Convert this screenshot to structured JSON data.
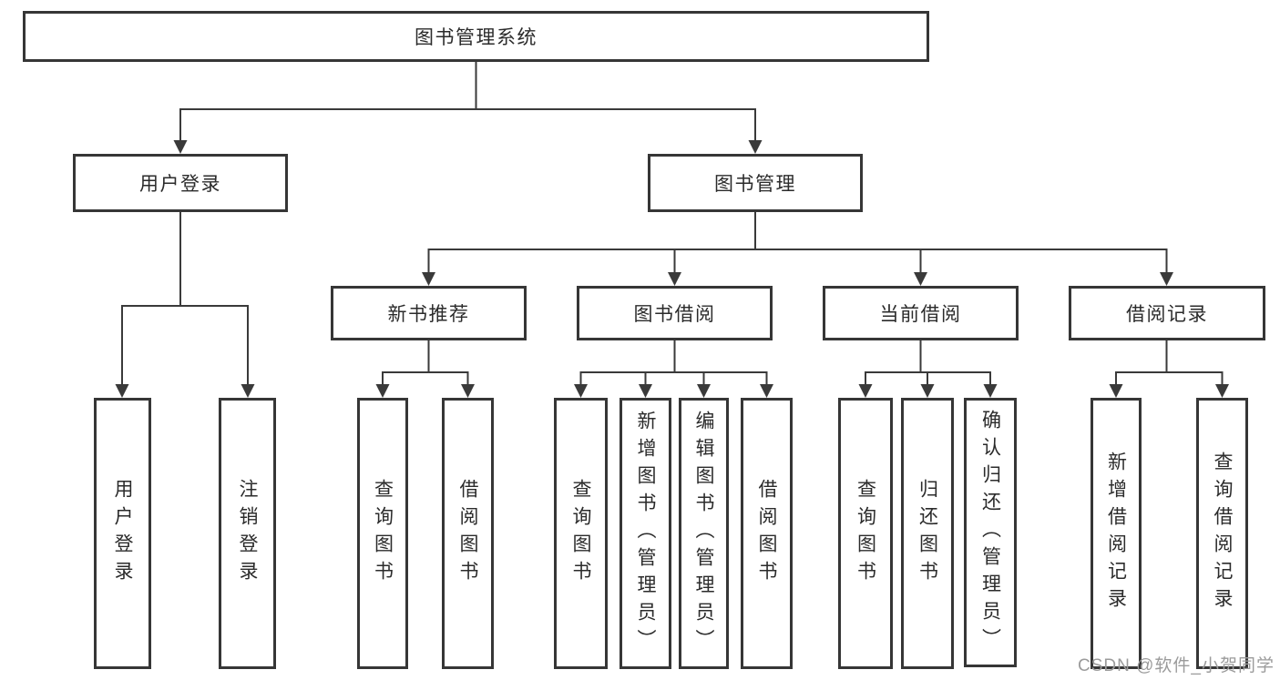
{
  "tree": {
    "root": {
      "label": "图书管理系统"
    },
    "branches": [
      {
        "label": "用户登录",
        "children": [
          {
            "label": "用户登录"
          },
          {
            "label": "注销登录"
          }
        ]
      },
      {
        "label": "图书管理",
        "children": [
          {
            "label": "新书推荐",
            "children": [
              {
                "label": "查询图书"
              },
              {
                "label": "借阅图书"
              }
            ]
          },
          {
            "label": "图书借阅",
            "children": [
              {
                "label": "查询图书"
              },
              {
                "label": "新增图书（管理员）"
              },
              {
                "label": "编辑图书（管理员）"
              },
              {
                "label": "借阅图书"
              }
            ]
          },
          {
            "label": "当前借阅",
            "children": [
              {
                "label": "查询图书"
              },
              {
                "label": "归还图书"
              },
              {
                "label": "确认归还（管理员）"
              }
            ]
          },
          {
            "label": "借阅记录",
            "children": [
              {
                "label": "新增借阅记录"
              },
              {
                "label": "查询借阅记录"
              }
            ]
          }
        ]
      }
    ]
  },
  "watermark": {
    "text": "CSDN @软件_小贺同学"
  },
  "colors": {
    "line": "#3a3a3a",
    "border": "#363636",
    "text": "#2b2b2b",
    "watermark": "#9b9b9b",
    "background": "#ffffff"
  }
}
